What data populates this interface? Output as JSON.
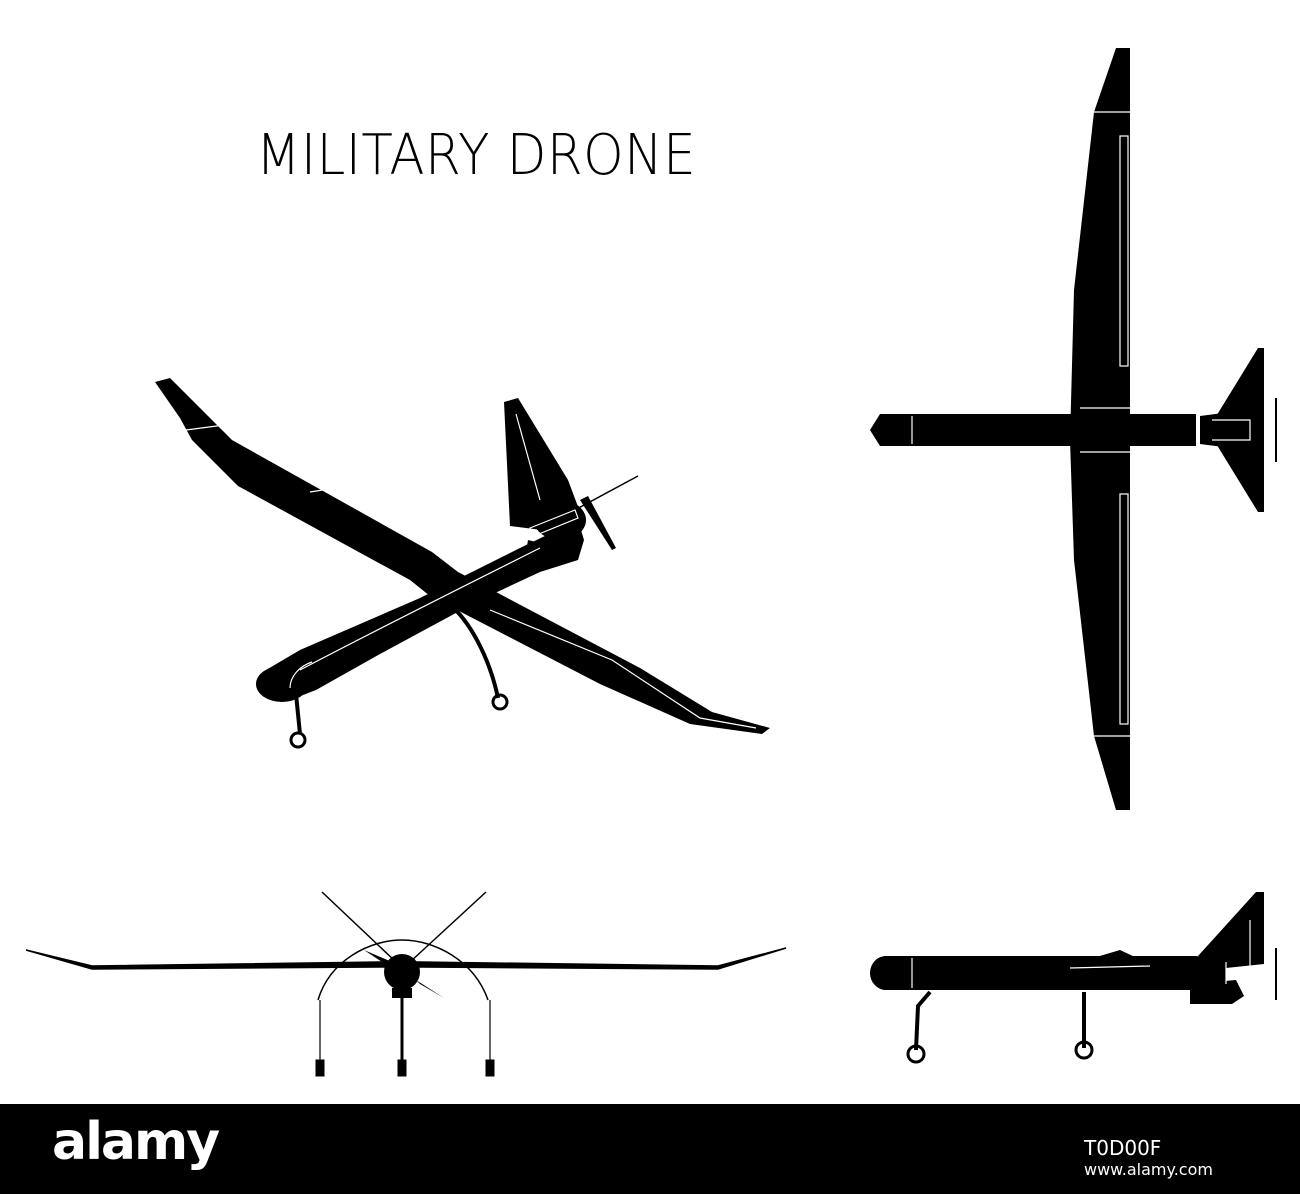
{
  "title": "MILITARY DRONE",
  "footer": {
    "brand": "alamy",
    "image_id": "T0D00F",
    "site": "www.alamy.com"
  },
  "colors": {
    "silhouette": "#000000",
    "detail_lines": "#ffffff",
    "background": "#ffffff",
    "footer_bg": "#000000"
  },
  "views": [
    "perspective-view",
    "top-view",
    "front-view",
    "side-view"
  ]
}
